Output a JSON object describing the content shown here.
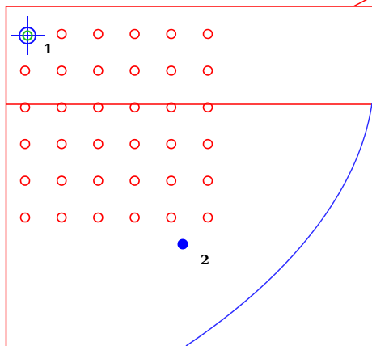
{
  "plate": {
    "grid": {
      "rows": 6,
      "cols": 6
    },
    "well_color": "#ff0000",
    "boundary_color": "#ff0000",
    "arc_color": "#2d2dff"
  },
  "markers": [
    {
      "label": "1",
      "icon": "crosshair-target-icon",
      "color": "#1010ff",
      "inner_color": "#22c022"
    },
    {
      "label": "2",
      "icon": "filled-dot-icon",
      "color": "#0000ff"
    }
  ]
}
